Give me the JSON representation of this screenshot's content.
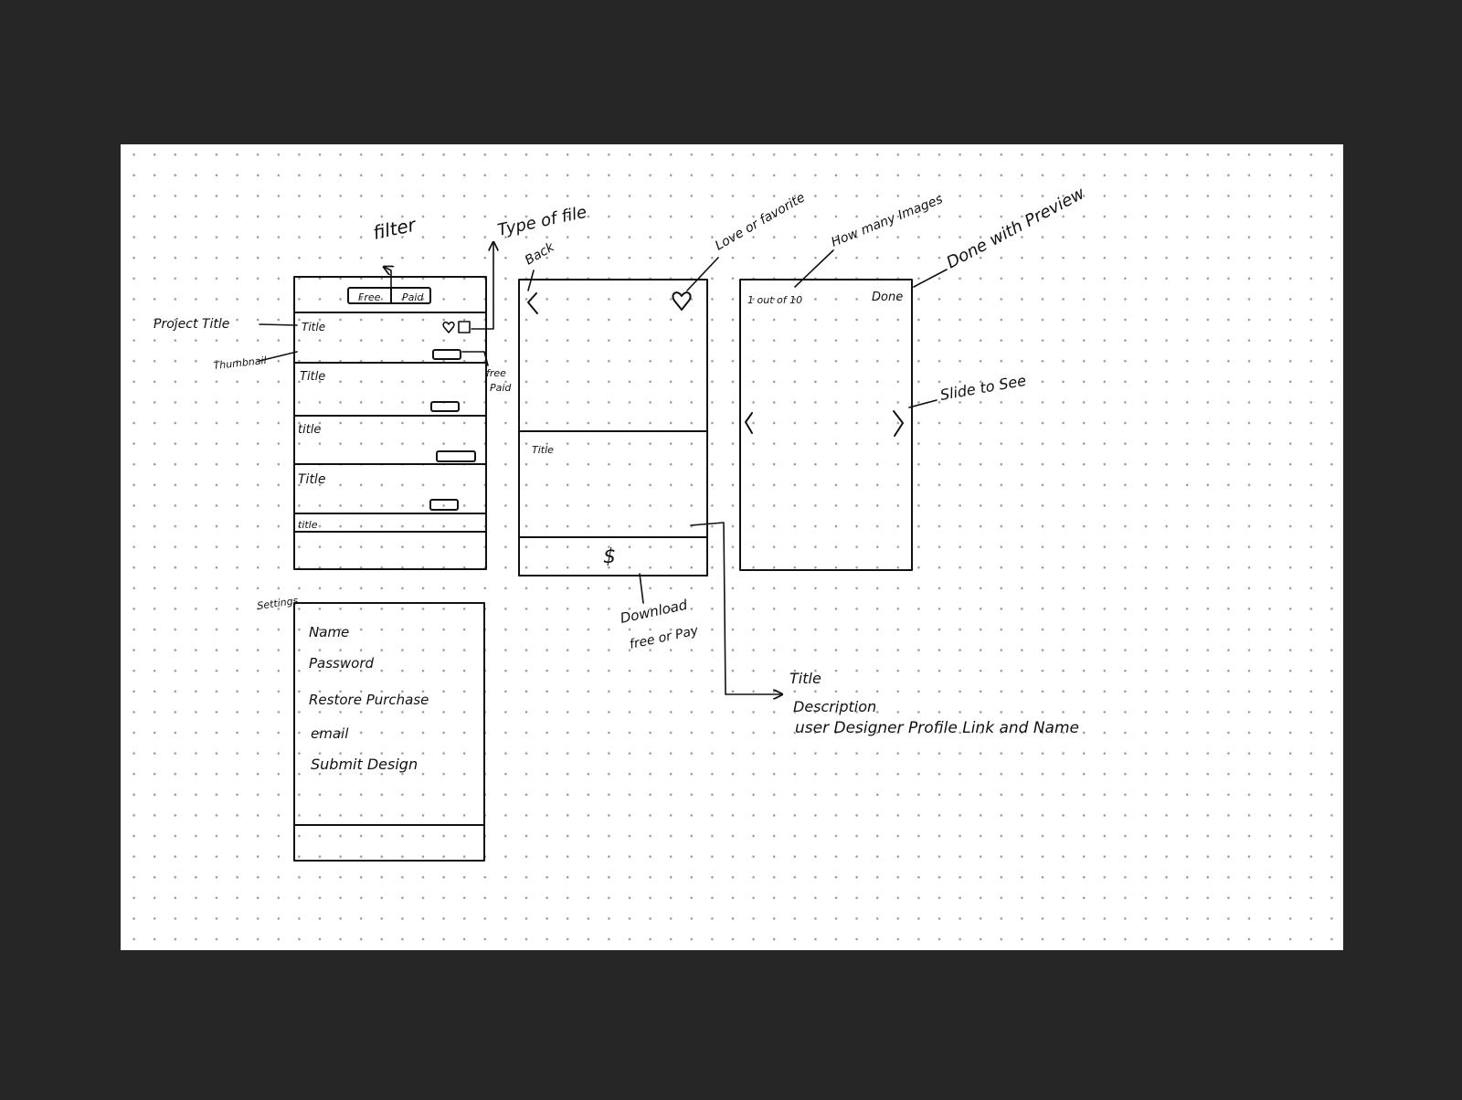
{
  "colors": {
    "background": "#262626",
    "paper": "#ffffff",
    "ink": "#111111",
    "dot": "#9a9a9a"
  },
  "list_screen": {
    "filter_free": "Free",
    "filter_paid": "Paid",
    "row_titles": [
      "Title",
      "Title",
      "title",
      "Title",
      "title"
    ]
  },
  "detail_screen": {
    "title": "Title",
    "price_symbol": "$",
    "back_icon": "chevron-left-icon",
    "love_icon": "heart-icon"
  },
  "preview_screen": {
    "counter": "1 out of 10",
    "done": "Done",
    "prev_icon": "chevron-left-icon",
    "next_icon": "chevron-right-icon"
  },
  "settings_screen": {
    "items": [
      "Name",
      "Password",
      "Restore Purchase",
      "email",
      "Submit Design"
    ]
  },
  "annotations": {
    "filter": "filter",
    "type_of_file": "Type of file",
    "back": "Back",
    "love_or_favorite": "Love or favorite",
    "how_many_images": "How many Images",
    "done_with_preview": "Done with Preview",
    "project_title": "Project Title",
    "thumbnail": "Thumbnail",
    "free": "free",
    "paid": "Paid",
    "slide_to_see": "Slide to See",
    "settings": "Settings",
    "download_line1": "Download",
    "download_line2": "free or Pay",
    "detail_line1": "Title",
    "detail_line2": "Description",
    "detail_line3": "user Designer Profile Link and Name"
  }
}
